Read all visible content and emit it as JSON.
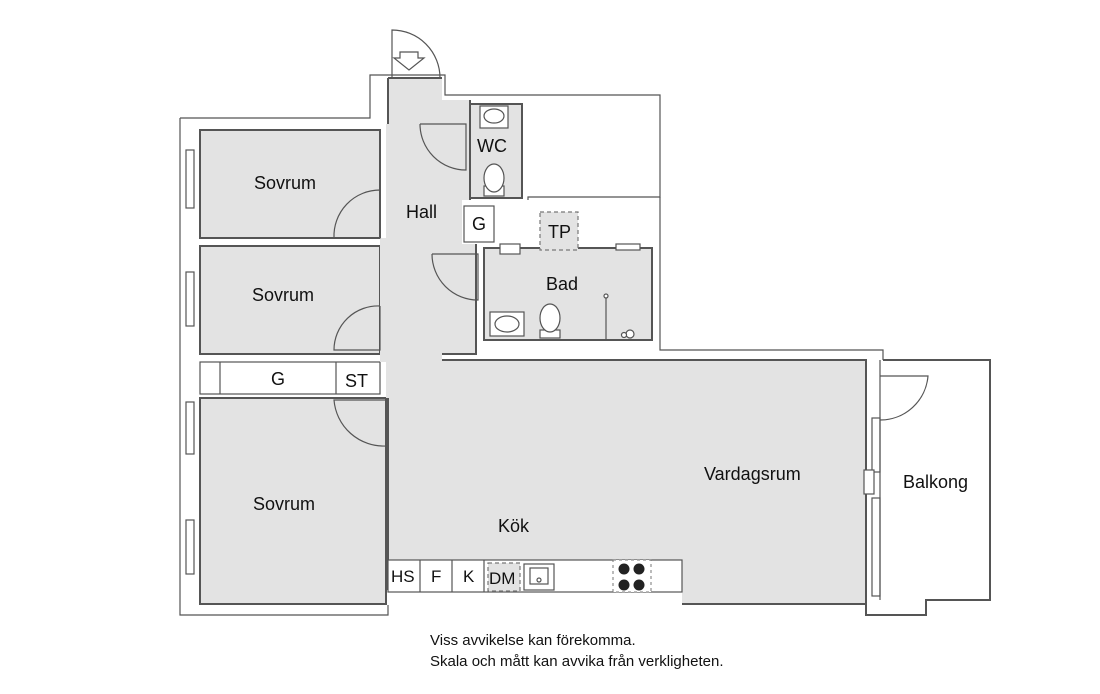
{
  "rooms": {
    "sovrum_1": "Sovrum",
    "sovrum_2": "Sovrum",
    "sovrum_3": "Sovrum",
    "hall": "Hall",
    "wc": "WC",
    "bad": "Bad",
    "kok": "Kök",
    "vardagsrum": "Vardagsrum",
    "balkong": "Balkong"
  },
  "fixtures": {
    "hall_g": "G",
    "tp": "TP",
    "wardrobe_g": "G",
    "st": "ST",
    "hs": "HS",
    "f": "F",
    "k": "K",
    "dm": "DM"
  },
  "disclaimer": {
    "line1": "Viss avvikelse kan förekomma.",
    "line2": "Skala och mått kan avvika från verkligheten."
  },
  "colors": {
    "floor": "#e3e3e3",
    "wall": "#555555",
    "text": "#111111"
  }
}
